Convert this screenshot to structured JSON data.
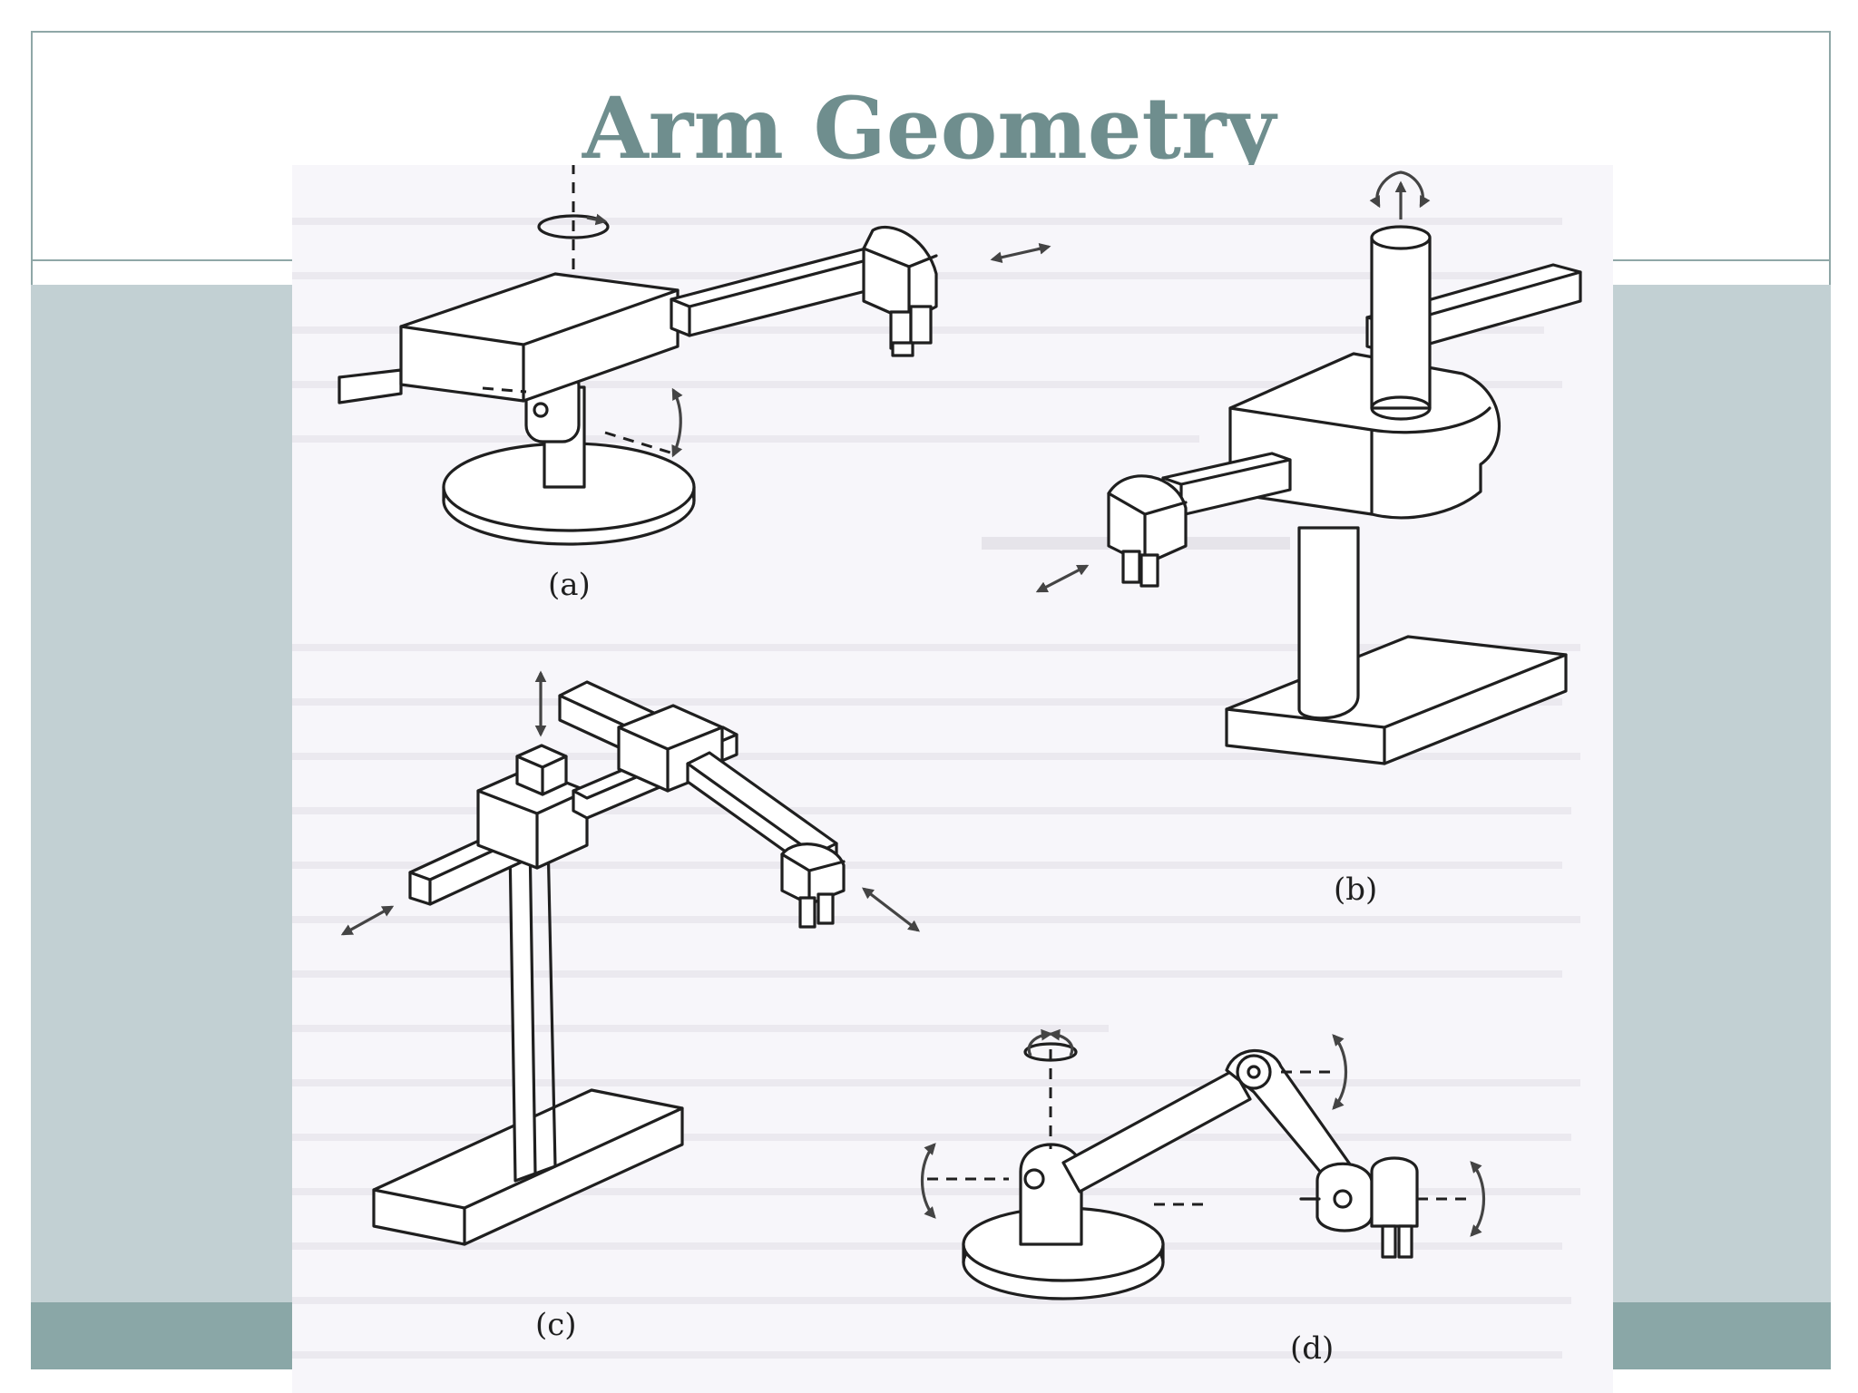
{
  "slide": {
    "title": "Arm Geometry"
  },
  "figure": {
    "labels": {
      "a": "(a)",
      "b": "(b)",
      "c": "(c)",
      "d": "(d)"
    },
    "accent_color": "#6f8e8e",
    "band_color": "#c2d0d3",
    "bottom_band_color": "#8aa7a7"
  }
}
